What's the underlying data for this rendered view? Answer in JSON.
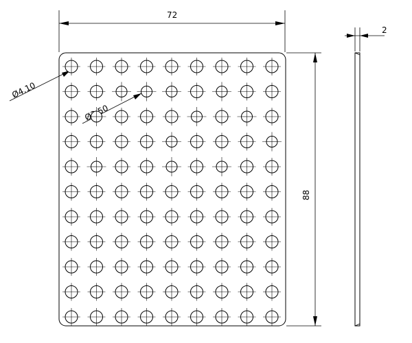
{
  "dimensions": {
    "width": "72",
    "height": "88",
    "thickness": "2",
    "large_hole": "Ø4.10",
    "small_hole": "Ø3.50"
  },
  "hole_grid": {
    "columns": 9,
    "rows": 11,
    "small_holes": [
      [
        1,
        6
      ],
      [
        1,
        3
      ],
      [
        1,
        2
      ],
      [
        1,
        4
      ],
      [
        2,
        1
      ],
      [
        2,
        5
      ],
      [
        2,
        7
      ],
      [
        3,
        4
      ],
      [
        3,
        8
      ],
      [
        4,
        1
      ],
      [
        4,
        6
      ],
      [
        4,
        4
      ]
    ]
  }
}
